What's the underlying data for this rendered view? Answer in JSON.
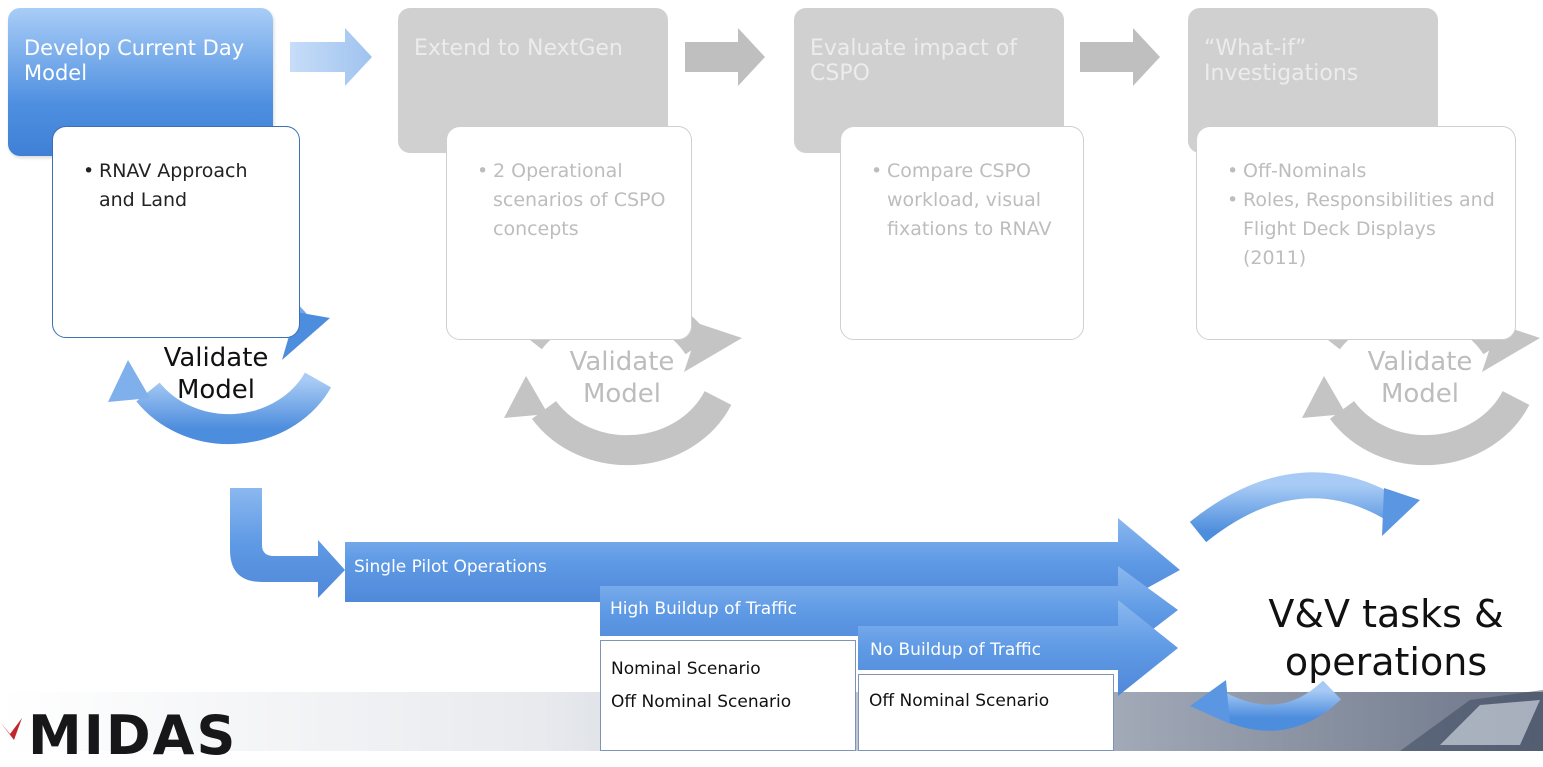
{
  "stages": [
    {
      "title": "Develop Current Day Model",
      "items": [
        "RNAV Approach and Land"
      ],
      "state": "active",
      "has_validate": true
    },
    {
      "title": "Extend to NextGen",
      "items": [
        "2 Operational scenarios of CSPO concepts"
      ],
      "state": "faded",
      "has_validate": true
    },
    {
      "title": "Evaluate impact of CSPO",
      "items": [
        "Compare CSPO workload, visual fixations to RNAV"
      ],
      "state": "faded",
      "has_validate": false
    },
    {
      "title": "“What-if” Investigations",
      "items": [
        "Off-Nominals",
        "Roles, Responsibilities and Flight Deck Displays (2011)"
      ],
      "state": "faded",
      "has_validate": true
    }
  ],
  "validate": {
    "line1": "Validate",
    "line2": "Model"
  },
  "bands": [
    {
      "label": "Single Pilot Operations"
    },
    {
      "label": "High Buildup of Traffic"
    },
    {
      "label": "No Buildup of Traffic"
    }
  ],
  "scenario_boxes": [
    {
      "lines": [
        "Nominal Scenario",
        "Off Nominal Scenario"
      ]
    },
    {
      "lines": [
        "Off Nominal Scenario"
      ]
    }
  ],
  "vv": {
    "line1": "V&V tasks &",
    "line2": "operations"
  },
  "logo": {
    "text": "MIDAS"
  },
  "colors": {
    "active_blue": "#4e8fe0",
    "faded_gray": "#d0d0d0",
    "band_blue": "#5f9ae5"
  }
}
